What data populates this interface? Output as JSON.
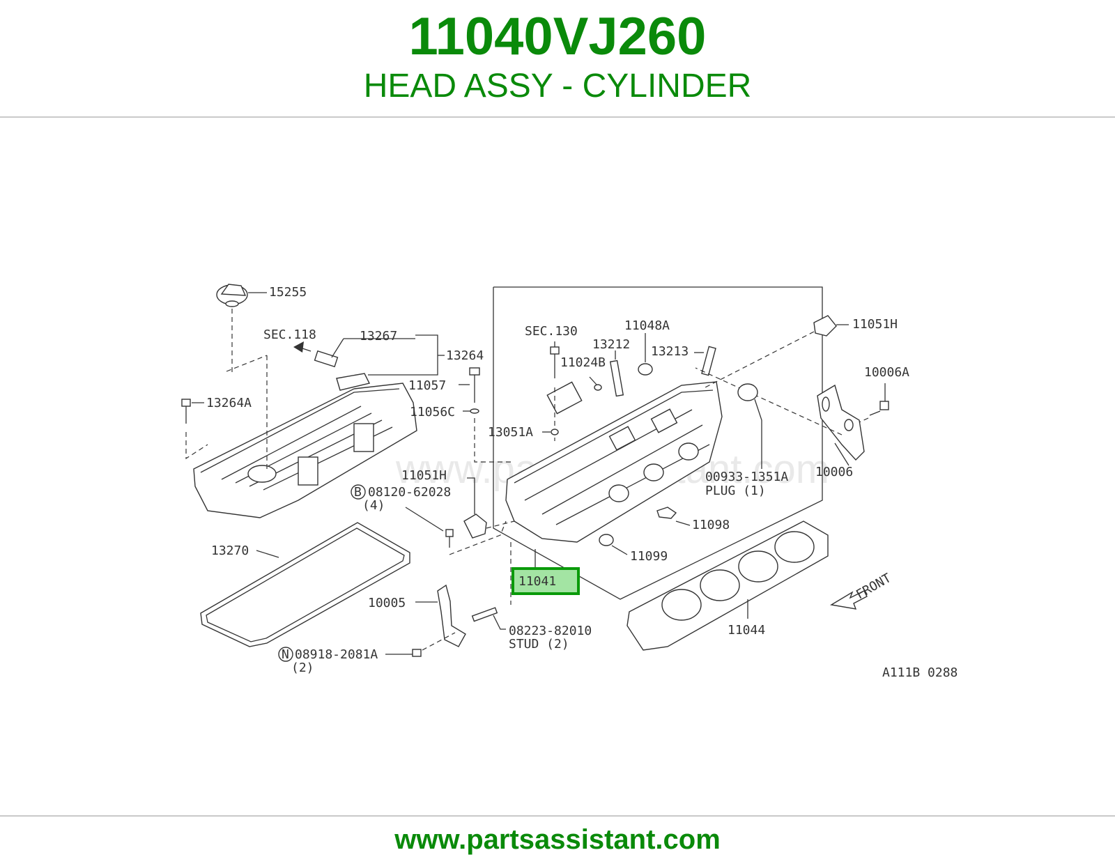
{
  "header": {
    "part_number": "11040VJ260",
    "description": "HEAD ASSY - CYLINDER"
  },
  "footer": {
    "website": "www.partsassistant.com"
  },
  "diagram": {
    "watermark": "www.partsassistant.com",
    "figure_code": "A111B 0288",
    "highlight_color": "#a3e4a3",
    "highlight_border": "#0a9a0a",
    "callouts": {
      "c15255": "15255",
      "sec118": "SEC.118",
      "c13267": "13267",
      "c13264": "13264",
      "c13264a": "13264A",
      "c11057": "11057",
      "c11056c": "11056C",
      "sec130": "SEC.130",
      "c11024b": "11024B",
      "c11048a": "11048A",
      "c13212": "13212",
      "c13213": "13213",
      "c11051h_top": "11051H",
      "c10006a": "10006A",
      "c13051a": "13051A",
      "c10006": "10006",
      "c00933": "00933-1351A",
      "plug": "PLUG (1)",
      "c11051h_left": "11051H",
      "c08120": "08120-62028",
      "c08120_qty": "(4)",
      "c11098": "11098",
      "c11099": "11099",
      "c13270": "13270",
      "c11041": "11041",
      "c11044": "11044",
      "front": "FRONT",
      "c10005": "10005",
      "c08223": "08223-82010",
      "stud": "STUD (2)",
      "c08918": "08918-2081A",
      "c08918_qty": "(2)",
      "circle_b": "B",
      "circle_n": "N"
    }
  }
}
